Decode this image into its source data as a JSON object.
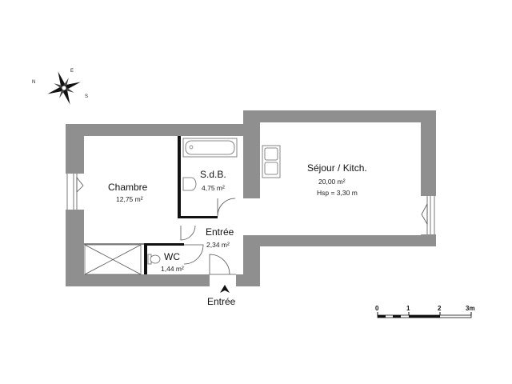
{
  "rooms": {
    "chambre": {
      "name": "Chambre",
      "area": "12,75 m²"
    },
    "sdb": {
      "name": "S.d.B.",
      "area": "4,75 m²"
    },
    "sejour": {
      "name": "Séjour / Kitch.",
      "area": "20,00 m²",
      "hsp": "Hsp = 3,30 m"
    },
    "entree": {
      "name": "Entrée",
      "area": "2,34 m²"
    },
    "wc": {
      "name": "WC",
      "area": "1,44 m²"
    }
  },
  "entrance_label": "Entrée",
  "compass": {
    "n": "N",
    "e": "E",
    "s": "S"
  },
  "scale": {
    "labels": [
      "0",
      "1",
      "2",
      "3m"
    ]
  },
  "colors": {
    "wall": "#8f8f8f",
    "line": "#555555"
  }
}
